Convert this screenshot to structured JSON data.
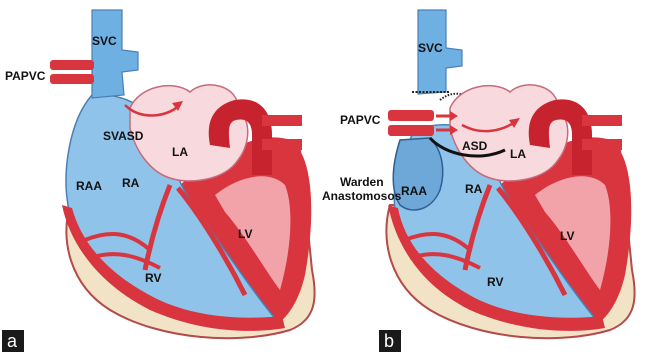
{
  "panels": {
    "a": {
      "tag": "a",
      "labels": {
        "svc": "SVC",
        "papvc": "PAPVC",
        "svasd": "SVASD",
        "la": "LA",
        "raa": "RAA",
        "ra": "RA",
        "lv": "LV",
        "rv": "RV"
      }
    },
    "b": {
      "tag": "b",
      "labels": {
        "svc": "SVC",
        "papvc": "PAPVC",
        "asd": "ASD",
        "la": "LA",
        "warden_line1": "Warden",
        "warden_line2": "Anastomosos",
        "raa": "RAA",
        "ra": "RA",
        "lv": "LV",
        "rv": "RV"
      }
    }
  },
  "colors": {
    "right_heart_blue": "#8fc3ea",
    "vessel_blue": "#6fb0e2",
    "left_atrium_pink": "#f7d9de",
    "myocardium_red": "#d9353f",
    "pericardium_cream": "#f3e3c6",
    "panel_tag_bg": "#1a1a1a"
  }
}
